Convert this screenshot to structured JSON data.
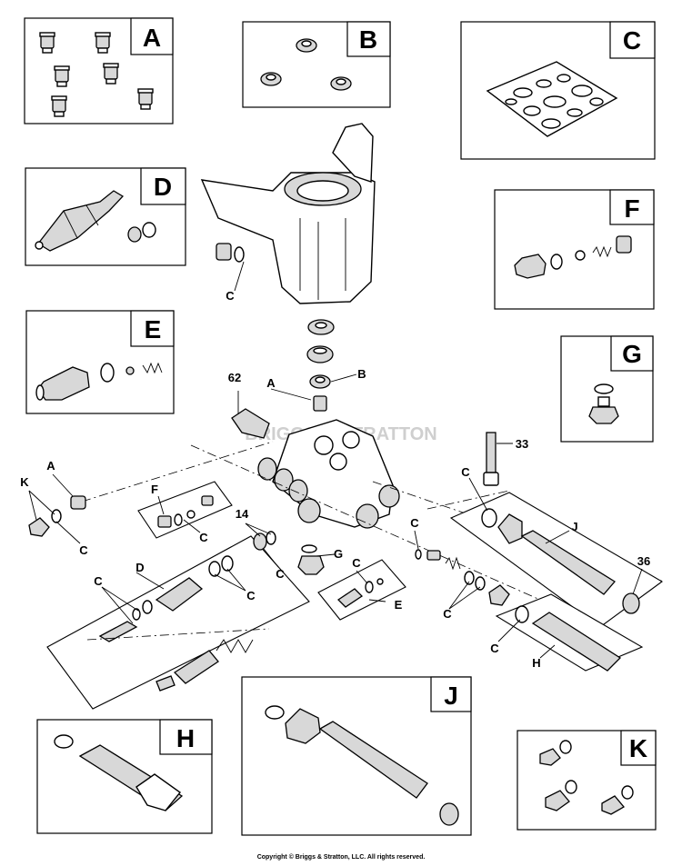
{
  "kits": {
    "A": "A",
    "B": "B",
    "C": "C",
    "D": "D",
    "E": "E",
    "F": "F",
    "G": "G",
    "H": "H",
    "J": "J",
    "K": "K"
  },
  "callouts": {
    "c_head": "C",
    "n62": "62",
    "a_main": "A",
    "b_main": "B",
    "n33": "33",
    "k_left": "K",
    "a_left": "A",
    "c_left": "C",
    "f_plate": "F",
    "c_f": "C",
    "n14": "14",
    "c_14": "C",
    "d_plate": "D",
    "c_d1": "C",
    "c_d2": "C",
    "g_main": "G",
    "c_e": "C",
    "e_plate": "E",
    "c_mid": "C",
    "c_right1": "C",
    "c_right2": "C",
    "j_main": "J",
    "n36": "36",
    "c_h": "C",
    "h_main": "H"
  },
  "watermark": "BRIGGS & STRATTON",
  "copyright": "Copyright © Briggs & Stratton, LLC. All rights reserved."
}
